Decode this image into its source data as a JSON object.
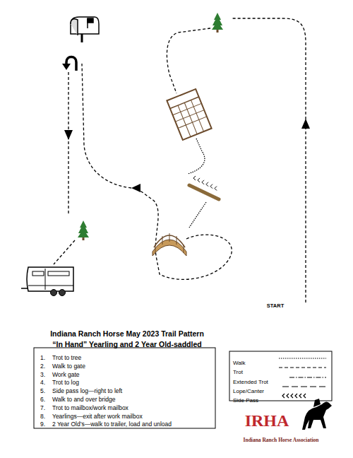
{
  "diagram": {
    "title": "Indiana Ranch Horse May 2023 Trail Pattern",
    "labels": [
      "“In Hand” Yearling and 2 Year Old-saddled",
      "1.",
      "2.",
      "3.",
      "4.",
      "5.",
      "6.",
      "7.",
      "8.",
      "9.",
      "Trot to tree",
      "Walk to gate",
      "Work gate",
      "Trot to log",
      "Side pass log—right to left",
      "Walk to and over bridge",
      "Trot to mailbox/work mailbox",
      "Yearlings—exit after work mailbox",
      "2 Year Old’s—walk to trailer, load and unload",
      "START",
      "IRHA",
      "Indiana Ranch Horse Association"
    ],
    "legend": [
      {
        "text": "Walk"
      },
      {
        "text": "Trot"
      },
      {
        "text": "Extended Trot"
      },
      {
        "text": "Lope/Canter"
      },
      {
        "text": "Side Pass"
      }
    ]
  }
}
